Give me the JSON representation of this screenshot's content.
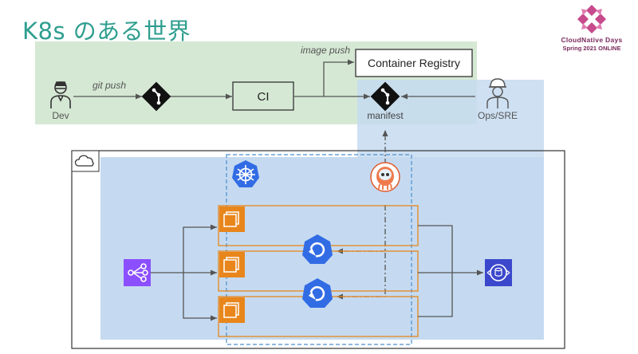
{
  "title": "K8s のある世界",
  "event": {
    "name": "CloudNative Days",
    "edition": "Spring 2021 ONLINE"
  },
  "labels": {
    "dev": "Dev",
    "git_push": "git push",
    "ci": "CI",
    "image_push": "image push",
    "container_registry": "Container Registry",
    "manifest": "manifest",
    "ops_sre": "Ops/SRE"
  },
  "icons": [
    "developer-person-icon",
    "git-icon",
    "git-manifest-icon",
    "ops-engineer-icon",
    "cloud-icon",
    "kubernetes-icon",
    "argo-icon",
    "load-balancer-icon",
    "ec2-instance-icon",
    "deployment-sync-icon",
    "storage-endpoint-icon",
    "cloudnative-days-logo"
  ],
  "colors": {
    "title": "#2e9e8f",
    "ci_region": "#d5e8d4",
    "cluster_region": "#c5daf0",
    "instance_orange": "#e8861c",
    "kubernetes_blue": "#326ce5",
    "load_balancer_purple": "#8c4fff",
    "storage_blue": "#3b48cc",
    "event_brand": "#7a2a5e"
  }
}
